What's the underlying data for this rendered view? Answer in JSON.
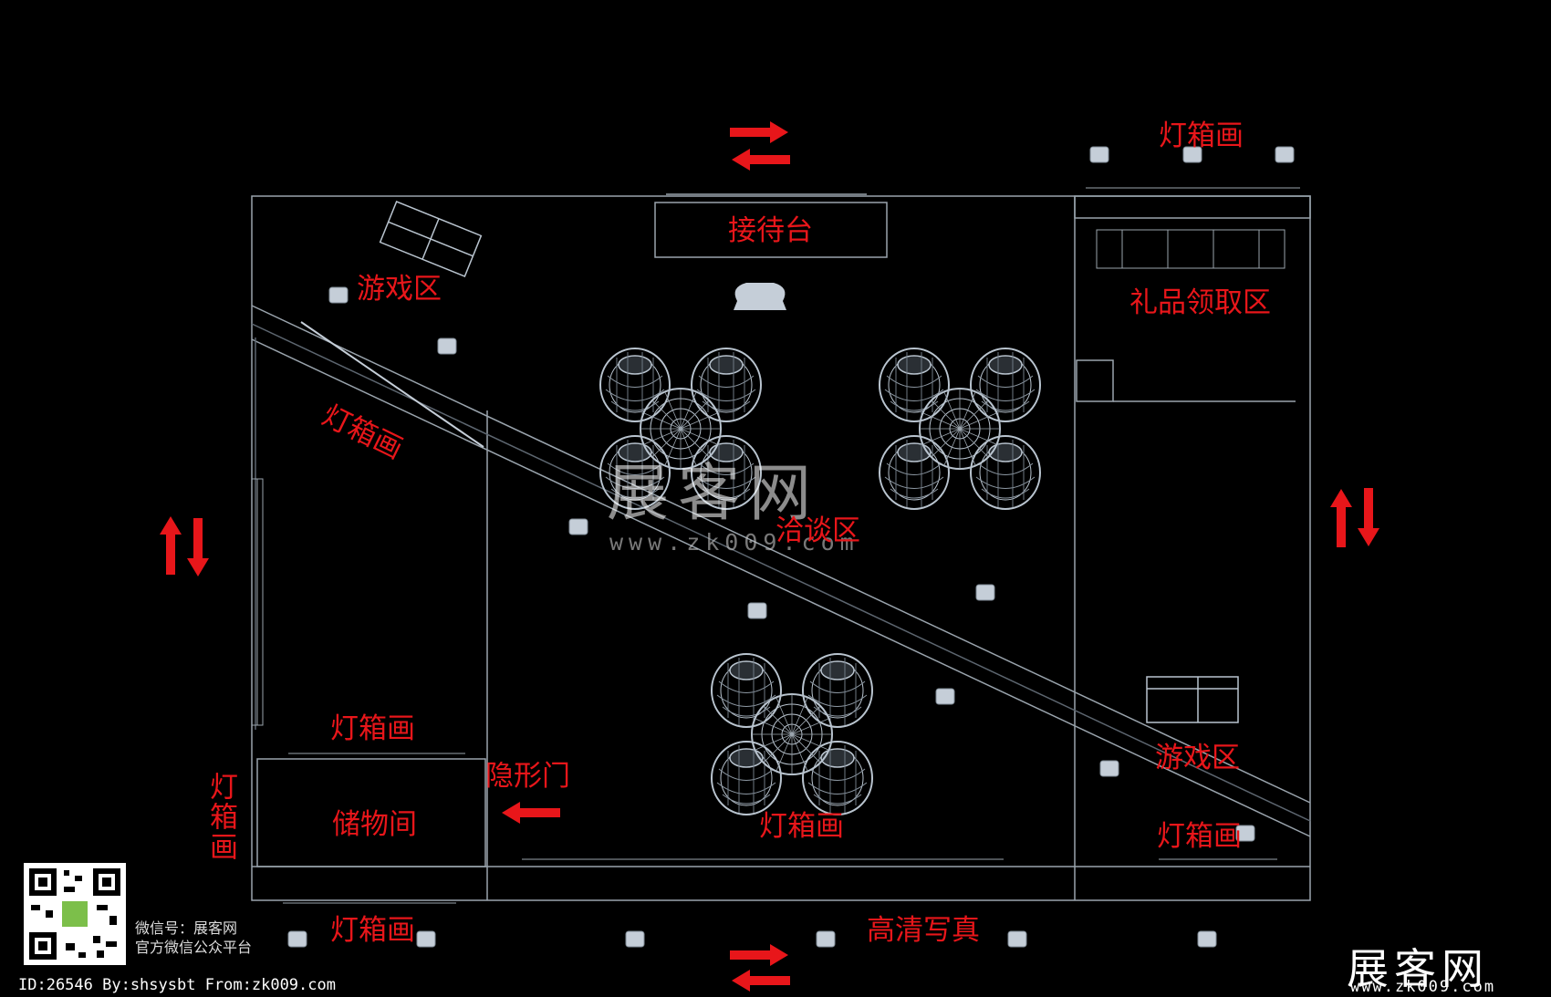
{
  "labels": {
    "reception": "接待台",
    "game_area_top": "游戏区",
    "gift_area": "礼品领取区",
    "lightbox_top_right": "灯箱画",
    "lightbox_diag": "灯箱画",
    "negotiation": "洽谈区",
    "lightbox_store_top": "灯箱画",
    "hidden_door": "隐形门",
    "storage": "储物间",
    "lightbox_store_side": "灯箱画",
    "lightbox_bottom_center": "灯箱画",
    "game_area_bottom": "游戏区",
    "lightbox_bottom_right": "灯箱画",
    "lightbox_bottom_left": "灯箱画",
    "hd_print": "高清写真"
  },
  "watermark": {
    "logo": "展客网",
    "url": "www.zk009.com"
  },
  "corner": {
    "logo": "展客网",
    "url": "www.zk009.com"
  },
  "wechat": {
    "line1": "微信号：展客网",
    "line2": "官方微信公众平台"
  },
  "footer": "ID:26546 By:shsysbt From:zk009.com",
  "colors": {
    "label": "#e8161a",
    "arrow": "#e8161a",
    "line": "#9aa4ad",
    "chair": "#b9c4cf"
  }
}
